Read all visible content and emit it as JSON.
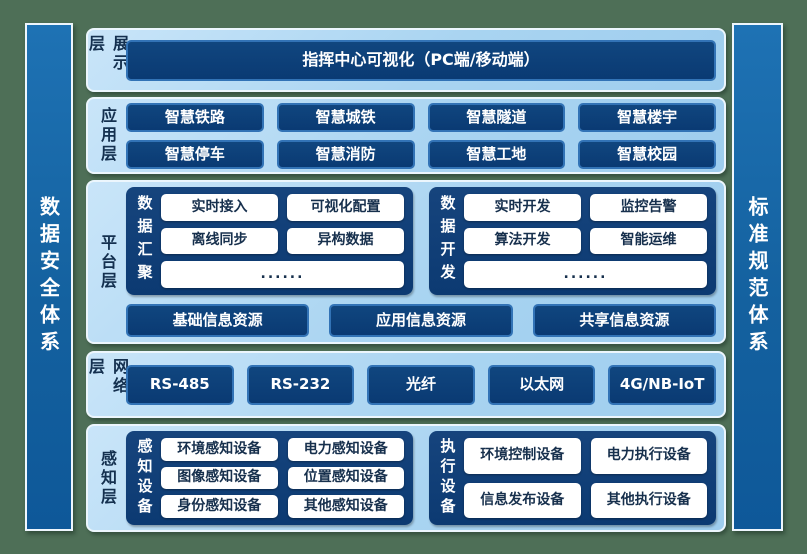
{
  "sidebars": {
    "left": "数据安全体系",
    "right": "标准规范体系"
  },
  "display_layer": {
    "label": "展示层",
    "box": "指挥中心可视化（PC端/移动端）"
  },
  "application_layer": {
    "label": "应用层",
    "items": [
      "智慧铁路",
      "智慧城铁",
      "智慧隧道",
      "智慧楼宇",
      "智慧停车",
      "智慧消防",
      "智慧工地",
      "智慧校园"
    ]
  },
  "platform_layer": {
    "label": "平台层",
    "groups": [
      {
        "label": "数据汇聚",
        "items": [
          "实时接入",
          "可视化配置",
          "离线同步",
          "异构数据"
        ],
        "ellipsis": "......"
      },
      {
        "label": "数据开发",
        "items": [
          "实时开发",
          "监控告警",
          "算法开发",
          "智能运维"
        ],
        "ellipsis": "......"
      }
    ],
    "resources": [
      "基础信息资源",
      "应用信息资源",
      "共享信息资源"
    ]
  },
  "network_layer": {
    "label": "网络层",
    "items": [
      "RS-485",
      "RS-232",
      "光纤",
      "以太网",
      "4G/NB-IoT"
    ]
  },
  "perception_layer": {
    "label": "感知层",
    "groups": [
      {
        "label": "感知设备",
        "items": [
          "环境感知设备",
          "电力感知设备",
          "图像感知设备",
          "位置感知设备",
          "身份感知设备",
          "其他感知设备"
        ]
      },
      {
        "label": "执行设备",
        "items": [
          "环境控制设备",
          "电力执行设备",
          "信息发布设备",
          "其他执行设备"
        ]
      }
    ]
  },
  "colors": {
    "background_green": "#4e6f57",
    "panel_light_blue": "#a9d4f1",
    "box_navy": "#0a3a73",
    "box_border_blue": "#3273b6",
    "pillar_blue": "#14619f",
    "text_navy": "#14304f",
    "text_white": "#ffffff"
  }
}
